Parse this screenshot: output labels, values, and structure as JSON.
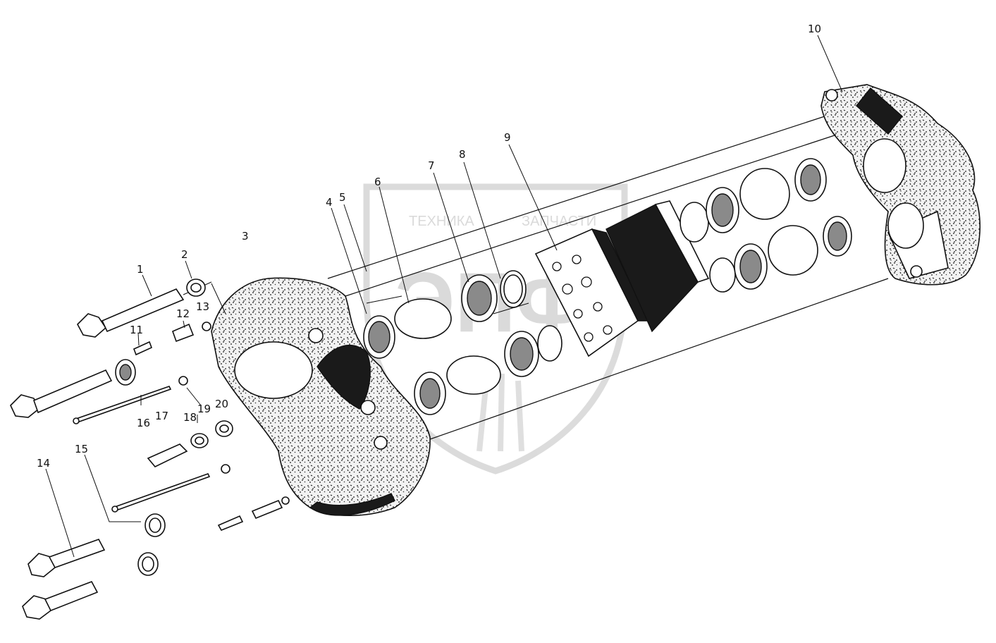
{
  "watermark": {
    "text_left": "ТЕХНИКА",
    "text_right": "ЗАПЧАСТИ",
    "monogram": "ЭПФ",
    "color": "#d6d6d6"
  },
  "callouts": [
    {
      "id": "1",
      "text": "1"
    },
    {
      "id": "2",
      "text": "2"
    },
    {
      "id": "3",
      "text": "3"
    },
    {
      "id": "4",
      "text": "4"
    },
    {
      "id": "5",
      "text": "5"
    },
    {
      "id": "6",
      "text": "6"
    },
    {
      "id": "7",
      "text": "7"
    },
    {
      "id": "8",
      "text": "8"
    },
    {
      "id": "9",
      "text": "9"
    },
    {
      "id": "10",
      "text": "10"
    },
    {
      "id": "11",
      "text": "11"
    },
    {
      "id": "12",
      "text": "12"
    },
    {
      "id": "13",
      "text": "13"
    },
    {
      "id": "14",
      "text": "14"
    },
    {
      "id": "15",
      "text": "15"
    },
    {
      "id": "16",
      "text": "16"
    },
    {
      "id": "17",
      "text": "17"
    },
    {
      "id": "18",
      "text": "18"
    },
    {
      "id": "19",
      "text": "19"
    },
    {
      "id": "20",
      "text": "20"
    }
  ]
}
